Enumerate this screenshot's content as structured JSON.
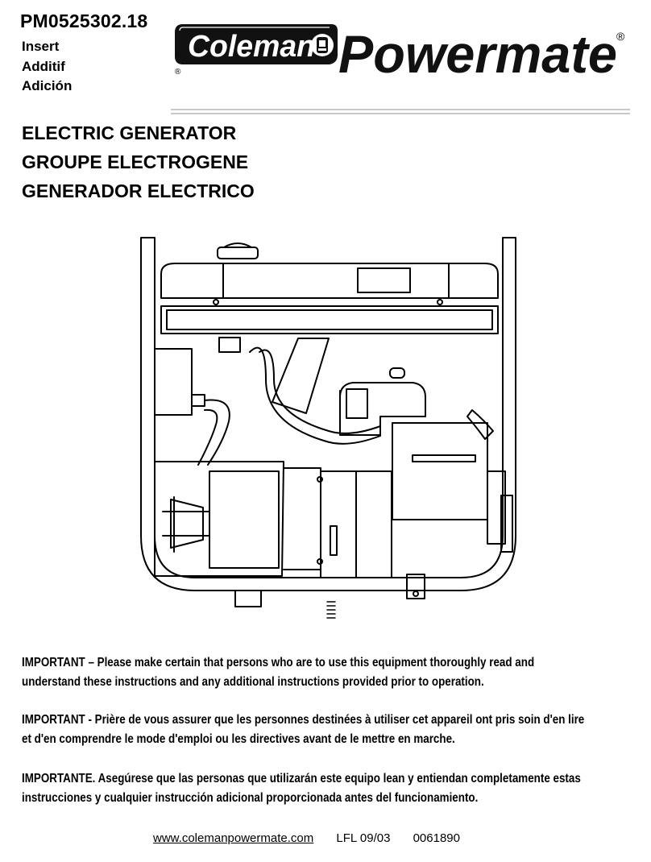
{
  "header": {
    "part_number": "PM0525302.18",
    "insert_labels": [
      "Insert",
      "Additif",
      "Adición"
    ],
    "brand_left": "Coleman",
    "brand_right": "Powermate"
  },
  "titles": [
    "ELECTRIC GENERATOR",
    "GROUPE ELECTROGENE",
    "GENERADOR ELECTRICO"
  ],
  "notices": [
    {
      "lines": [
        "IMPORTANT – Please make certain that persons who are to use this equipment thoroughly read and",
        "understand these instructions and any additional instructions provided prior to operation."
      ]
    },
    {
      "lines": [
        "IMPORTANT - Prière de vous assurer que les personnes destinées à utiliser cet appareil ont pris soin d'en lire",
        "et d'en comprendre le mode d'emploi ou les directives avant de le mettre en marche."
      ]
    },
    {
      "lines": [
        "IMPORTANTE.  Asegúrese que las personas que utilizarán este equipo lean y entiendan completamente estas",
        "instrucciones y cualquier instrucción adicional proporcionada antes del funcionamiento."
      ]
    }
  ],
  "footer": {
    "url": "www.colemanpowermate.com",
    "code": "LFL  09/03",
    "number": "0061890"
  },
  "colors": {
    "text": "#000000",
    "divider": "#c8c8c8",
    "background": "#ffffff"
  }
}
